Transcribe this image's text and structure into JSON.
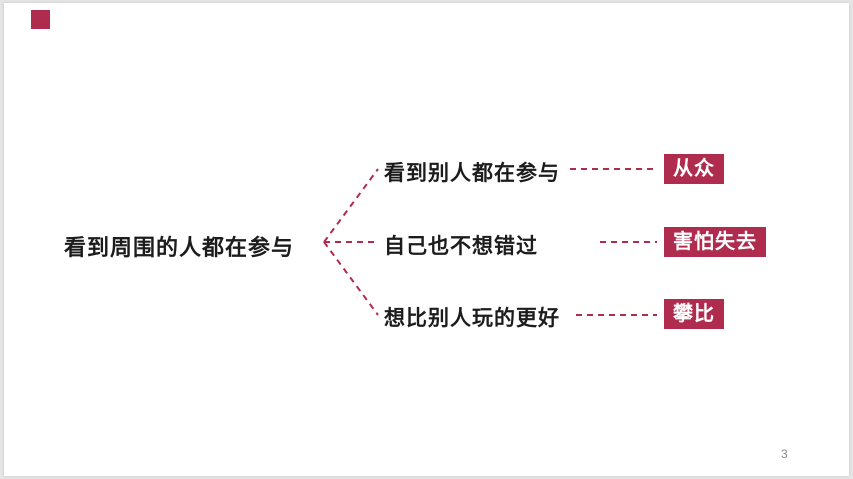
{
  "slide": {
    "page_number": "3",
    "accent_color": "#b02c4e",
    "background_color": "#ffffff"
  },
  "mindmap": {
    "root": "看到周围的人都在参与",
    "branches": [
      {
        "label": "看到别人都在参与",
        "tag": "从众"
      },
      {
        "label": "自己也不想错过",
        "tag": "害怕失去"
      },
      {
        "label": "想比别人玩的更好",
        "tag": "攀比"
      }
    ]
  }
}
